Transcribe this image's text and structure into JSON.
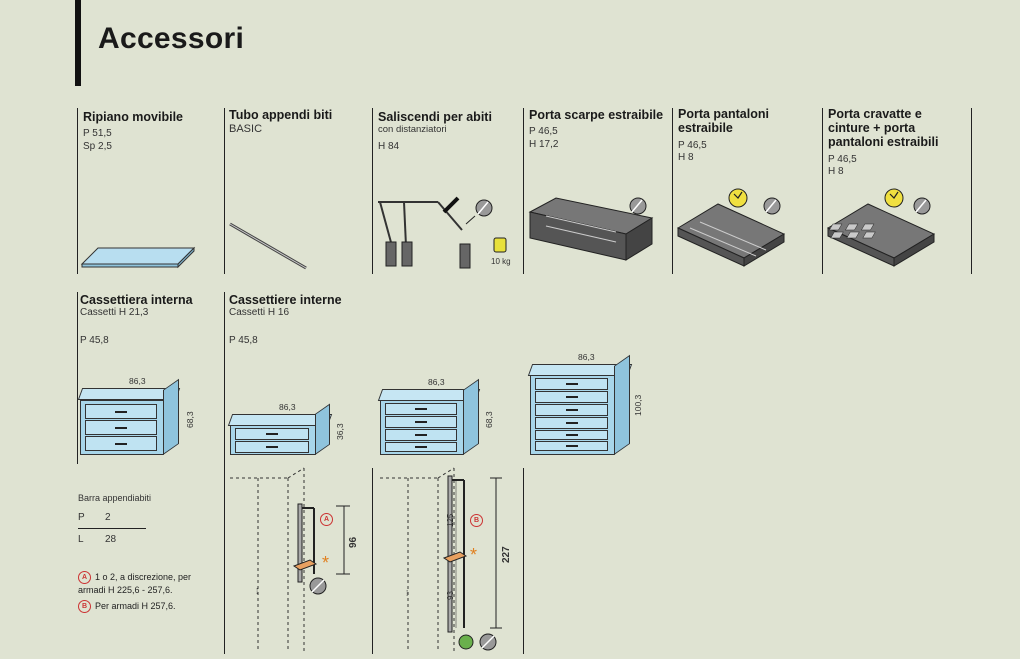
{
  "page": {
    "title": "Accessori"
  },
  "row1": [
    {
      "title": "Ripiano movibile",
      "sub": [
        "P 51,5",
        "Sp 2,5"
      ]
    },
    {
      "title": "Tubo appendi biti",
      "sub": [
        "BASIC"
      ]
    },
    {
      "title": "Saliscendi per abiti",
      "sub": [
        "con distanziatori",
        "",
        "H 84"
      ],
      "weight": "10 kg"
    },
    {
      "title": "Porta scarpe estraibile",
      "sub": [
        "P 46,5",
        "H 17,2"
      ]
    },
    {
      "title": "Porta pantaloni estraibile",
      "sub": [
        "P 46,5",
        "H 8"
      ]
    },
    {
      "title": "Porta cravatte e cinture + porta pantaloni estraibili",
      "sub": [
        "P 46,5",
        "H 8"
      ]
    }
  ],
  "row2": [
    {
      "title": "Cassettiera interna",
      "sub": [
        "Cassetti H 21,3",
        "",
        "P 45,8"
      ]
    },
    {
      "title": "Cassettiere interne",
      "sub": [
        "Cassetti H 16",
        "",
        "P 45,8"
      ]
    }
  ],
  "cabinets": [
    {
      "width_label": "86,3",
      "height_label": "68,3",
      "drawers": 3
    },
    {
      "width_label": "86,3",
      "height_label": "36,3",
      "drawers": 2
    },
    {
      "width_label": "86,3",
      "height_label": "68,3",
      "drawers": 4
    },
    {
      "width_label": "86,3",
      "height_label": "100,3",
      "drawers": 6
    }
  ],
  "barra": {
    "title": "Barra appendiabiti",
    "p_label": "P",
    "p_value": "2",
    "l_label": "L",
    "l_value": "28",
    "note_a_marker": "A",
    "note_a": "1 o 2, a discrezione, per armadi H 225,6 - 257,6.",
    "note_b_marker": "B",
    "note_b": "Per armadi H 257,6."
  },
  "diagram1": {
    "dim": "96",
    "marker": "A"
  },
  "diagram2": {
    "dim_total": "227",
    "dim_top": "125",
    "dim_bottom": "93",
    "marker": "B"
  }
}
